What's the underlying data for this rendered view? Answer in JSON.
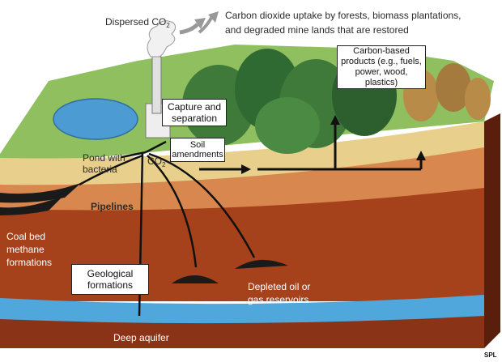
{
  "labels": {
    "dispersed_co2": "Dispersed CO",
    "dispersed_co2_sub": "2",
    "uptake_line1": "Carbon dioxide uptake by forests, biomass plantations,",
    "uptake_line2": "and degraded mine lands that are restored",
    "carbon_products": "Carbon-based\nproducts (e.g., fuels,\npower, wood, plastics)",
    "capture_separation": "Capture and\nseparation",
    "soil_amendments": "Soil\namendments",
    "pond": "Pond with\nbacteria",
    "co2": "CO",
    "co2_sub": "2",
    "pipelines": "Pipelines",
    "coal_bed": "Coal bed\nmethane\nformations",
    "geological": "Geological\nformations",
    "depleted": "Depleted oil or\ngas reservoirs",
    "deep_aquifer": "Deep aquifer",
    "credit": "SPL"
  },
  "colors": {
    "grass": "#8fbf5e",
    "sand": "#e8d08c",
    "clay_upper": "#d8884f",
    "clay_lower": "#a5411b",
    "aquifer": "#4fa7dc",
    "bedrock": "#8a3317",
    "pond": "#4d9bd3",
    "tree": "#3f7a3a",
    "shrub": "#b88b49"
  }
}
